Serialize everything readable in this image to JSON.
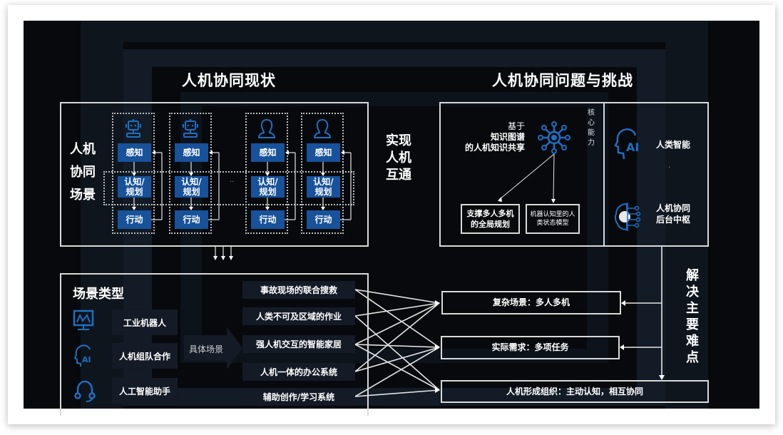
{
  "left_panel": {
    "title": "人机协同现状",
    "side_label": [
      "人机",
      "协同",
      "场景"
    ],
    "agents": [
      {
        "type": "robot",
        "icon": "robot-icon",
        "steps": [
          "感知",
          "认知/\n规划",
          "行动"
        ]
      },
      {
        "type": "robot",
        "icon": "robot-icon",
        "steps": [
          "感知",
          "认知/\n规划",
          "行动"
        ]
      },
      {
        "type": "human",
        "icon": "person-icon",
        "steps": [
          "感知",
          "认知/\n规划",
          "行动"
        ]
      },
      {
        "type": "human",
        "icon": "person-icon",
        "steps": [
          "感知",
          "认知/\n规划",
          "行动"
        ]
      }
    ],
    "ellipsis": "··"
  },
  "middle_label": [
    "实现",
    "人机",
    "互通"
  ],
  "right_panel": {
    "title": "人机协同问题与挑战",
    "knowledge_text": [
      "基于",
      "知识图谱",
      "的人机知识共享"
    ],
    "core_label": [
      "核",
      "心",
      "能",
      "力"
    ],
    "sub_boxes": [
      "支撑多人多机\n的全局规划",
      "机器认知里的人\n类状态模型"
    ],
    "capabilities": [
      {
        "icon": "ai-head-icon",
        "label": "人类智能"
      },
      {
        "icon": "ai-brain-icon",
        "label": "人机协同\n后台中枢"
      }
    ],
    "dot": "·"
  },
  "scenario_panel": {
    "title": "场景类型",
    "types": [
      {
        "icon": "monitor-chart-icon",
        "label": "工业机器人"
      },
      {
        "icon": "ai-head-icon",
        "label": "人机组队合作"
      },
      {
        "icon": "headset-icon",
        "label": "人工智能助手"
      }
    ],
    "arrow_label": "具体场景",
    "items": [
      "事故现场的联合搜救",
      "人类不可及区域的作业",
      "强人机交互的智能家居",
      "人机一体的办公系统",
      "辅助创作/学习系统"
    ]
  },
  "challenges": {
    "vertical_label": [
      "解",
      "决",
      "主",
      "要",
      "难",
      "点"
    ],
    "items": [
      "复杂场景：多人多机",
      "实际需求：多项任务",
      "人机形成组织：主动认知，相互协同"
    ]
  },
  "links": [
    [
      0,
      0
    ],
    [
      0,
      1
    ],
    [
      1,
      0
    ],
    [
      1,
      2
    ],
    [
      2,
      0
    ],
    [
      2,
      1
    ],
    [
      2,
      2
    ],
    [
      3,
      0
    ],
    [
      3,
      1
    ],
    [
      4,
      1
    ],
    [
      4,
      2
    ]
  ],
  "colors": {
    "accent_blue": "#17529a",
    "icon_blue": "#1f6fc2",
    "line": "#e6e6e6",
    "background": "#07090c"
  }
}
